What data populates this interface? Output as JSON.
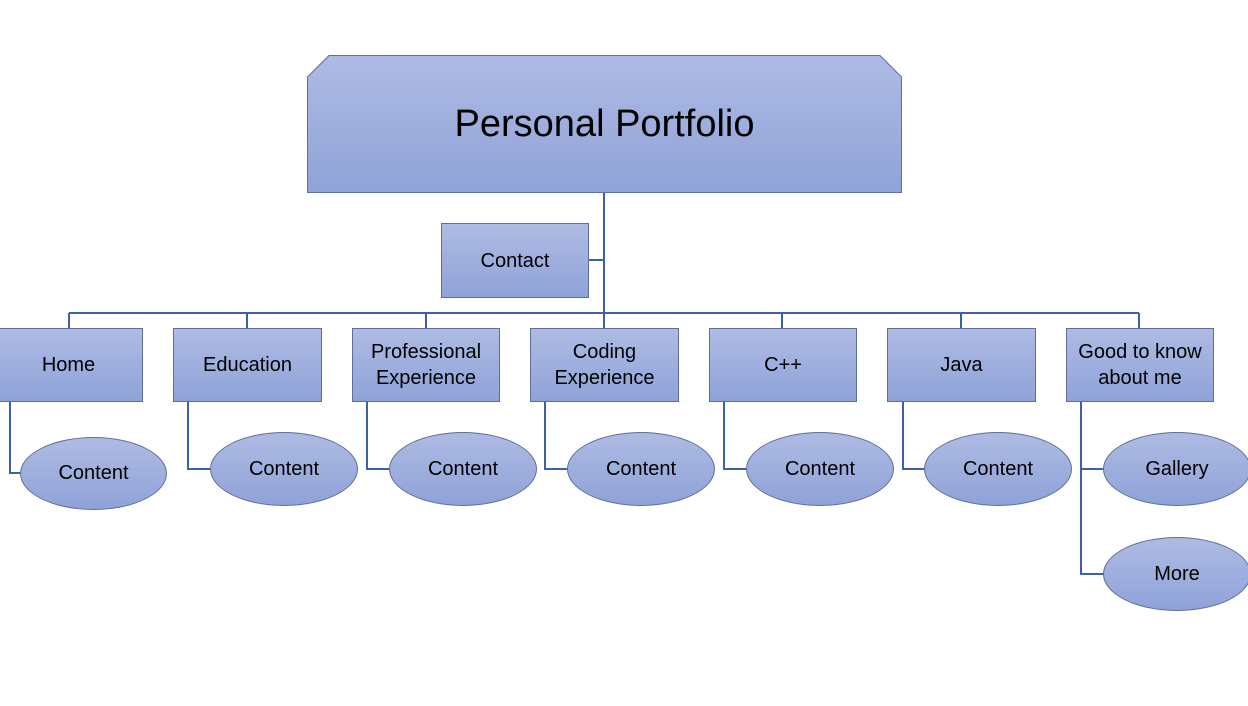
{
  "diagram": {
    "title": "Personal Portfolio",
    "contact": "Contact",
    "sections": [
      {
        "label": "Home"
      },
      {
        "label": "Education"
      },
      {
        "label": "Professional\nExperience"
      },
      {
        "label": "Coding\nExperience"
      },
      {
        "label": "C++"
      },
      {
        "label": "Java"
      },
      {
        "label": "Good to know\nabout me"
      }
    ],
    "children": [
      {
        "label": "Content"
      },
      {
        "label": "Content"
      },
      {
        "label": "Content"
      },
      {
        "label": "Content"
      },
      {
        "label": "Content"
      },
      {
        "label": "Content"
      },
      {
        "label": "Gallery"
      },
      {
        "label": "More"
      }
    ],
    "colors": {
      "node_top": "#aebbe3",
      "node_bottom": "#8fa2d8",
      "connector": "#3e62a8"
    }
  }
}
